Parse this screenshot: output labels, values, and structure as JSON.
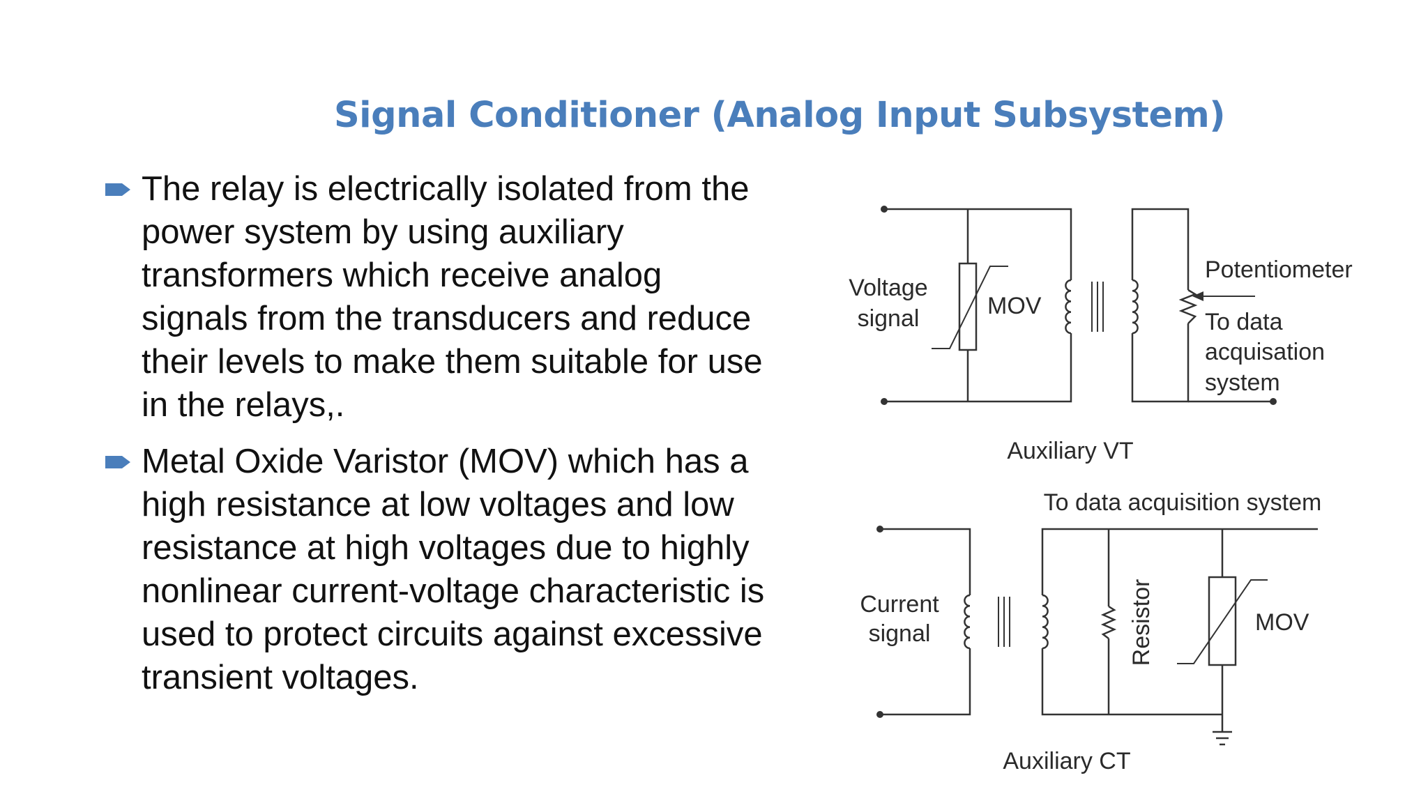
{
  "slide": {
    "title": "Signal Conditioner (Analog Input Subsystem)",
    "accent_color": "#4a7ebb",
    "bullets": [
      {
        "icon": "arrow-bullet-icon",
        "text": "The relay is electrically isolated from the\npower system by using auxiliary\ntransformers which receive analog\nsignals from the transducers and reduce\ntheir levels to make them suitable for use\nin the relays,."
      },
      {
        "icon": "arrow-bullet-icon",
        "text": " Metal Oxide Varistor (MOV) which has a\nhigh resistance at low voltages and low\nresistance at high voltages due to highly\nnonlinear current-voltage characteristic is\nused to protect circuits against excessive\ntransient voltages."
      }
    ]
  },
  "diagram": {
    "vt": {
      "input_label_line1": "Voltage",
      "input_label_line2": "signal",
      "mov_label": "MOV",
      "pot_label": "Potentiometer",
      "output_label_line1": "To data",
      "output_label_line2": "acquisation",
      "output_label_line3": "system",
      "caption": "Auxiliary VT"
    },
    "ct": {
      "output_label": "To data acquisition system",
      "input_label_line1": "Current",
      "input_label_line2": "signal",
      "resistor_label": "Resistor",
      "mov_label": "MOV",
      "caption": "Auxiliary CT"
    }
  }
}
